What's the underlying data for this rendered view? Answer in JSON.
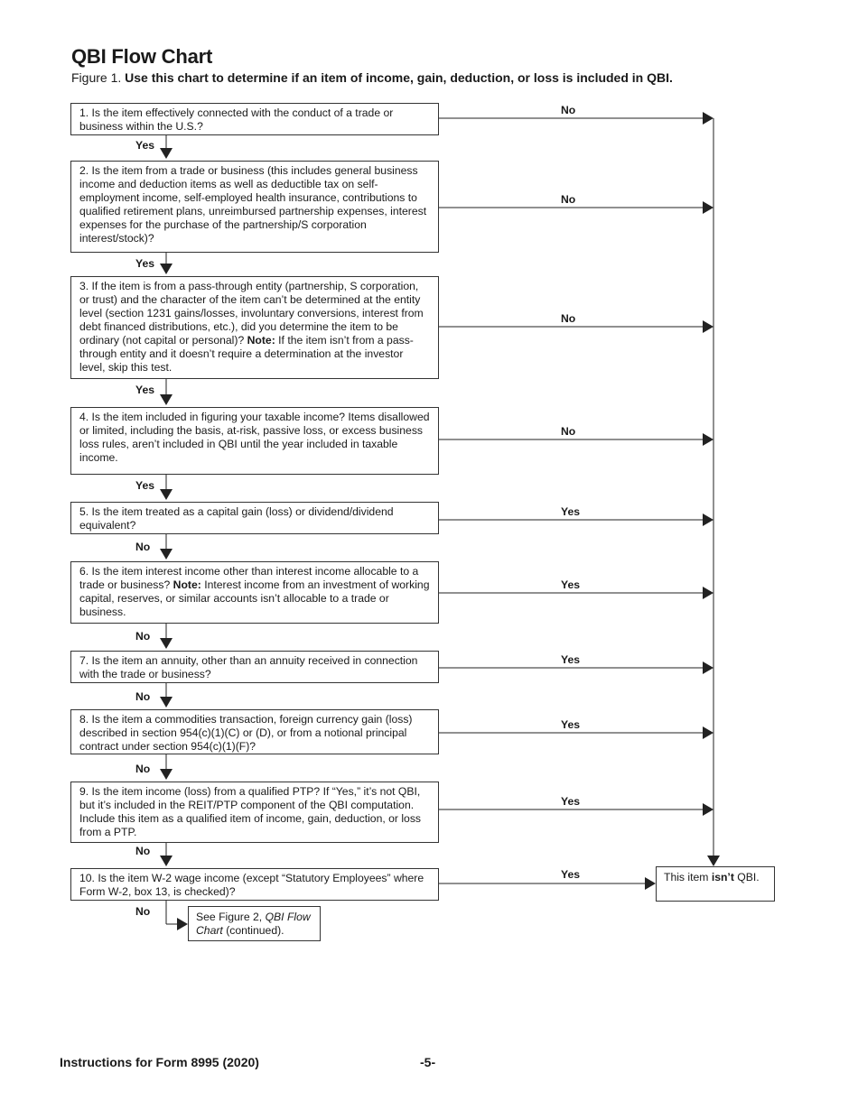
{
  "header": {
    "title": "QBI Flow Chart",
    "figure_prefix": "Figure 1.",
    "figure_caption": "Use this chart to determine if an item of income, gain, deduction, or loss is included in QBI."
  },
  "questions": [
    {
      "text": "1. Is the item effectively connected with the conduct of a trade or business within the U.S.?",
      "down_label": "Yes",
      "right_label": "No"
    },
    {
      "text": "2. Is the item from a trade or business (this includes general business income and deduction items as well as deductible tax on self-employment income, self-employed health insurance, contributions to qualified retirement plans, unreimbursed partnership expenses, interest expenses for the purchase of the partnership/S corporation interest/stock)?",
      "down_label": "Yes",
      "right_label": "No"
    },
    {
      "text_before": "3. If the item is from a pass-through entity (partnership, S corporation, or trust) and the character of the item can’t be determined at the entity level (section 1231 gains/losses, involuntary conversions, interest from debt financed distributions, etc.), did you determine the item to be ordinary (not capital or personal)? ",
      "note": "Note:",
      "text_after": " If the item isn’t from a pass-through entity and it doesn’t require a determination at the investor level, skip this test.",
      "down_label": "Yes",
      "right_label": "No"
    },
    {
      "text": "4. Is the item included in figuring your taxable income? Items disallowed or limited, including the basis, at-risk, passive loss, or excess business loss rules, aren’t included in QBI until the year included in taxable income.",
      "down_label": "Yes",
      "right_label": "No"
    },
    {
      "text": "5. Is the item treated as a capital gain (loss) or dividend/dividend equivalent?",
      "down_label": "No",
      "right_label": "Yes"
    },
    {
      "text_before": "6. Is the item interest income other than interest income allocable to a trade or business? ",
      "note": "Note:",
      "text_after": " Interest income from an investment of working capital, reserves, or similar accounts isn’t allocable to a trade or business.",
      "down_label": "No",
      "right_label": "Yes"
    },
    {
      "text": "7. Is the item an annuity, other than an annuity received in connection with the trade or business?",
      "down_label": "No",
      "right_label": "Yes"
    },
    {
      "text": "8. Is the item a commodities transaction, foreign currency gain (loss) described in section 954(c)(1)(C) or (D), or from a notional principal contract under section 954(c)(1)(F)?",
      "down_label": "No",
      "right_label": "Yes"
    },
    {
      "text": "9. Is the item income (loss) from a qualified PTP? If “Yes,” it’s not QBI, but it’s included in the REIT/PTP component of the QBI computation. Include this item as a qualified item of income, gain, deduction, or loss from a PTP.",
      "down_label": "No",
      "right_label": "Yes"
    },
    {
      "text": "10. Is the item W-2 wage income (except “Statutory Employees” where Form W-2, box 13, is checked)?",
      "down_label": "No",
      "right_label": "Yes"
    }
  ],
  "outcomes": {
    "not_qbi_before": "This item ",
    "not_qbi_bold": "isn’t",
    "not_qbi_after": " QBI.",
    "continued_before": "See Figure 2, ",
    "continued_italic": "QBI Flow Chart",
    "continued_after": " (continued)."
  },
  "footer": {
    "form_label": "Instructions for Form 8995 (2020)",
    "page_number": "-5-"
  }
}
